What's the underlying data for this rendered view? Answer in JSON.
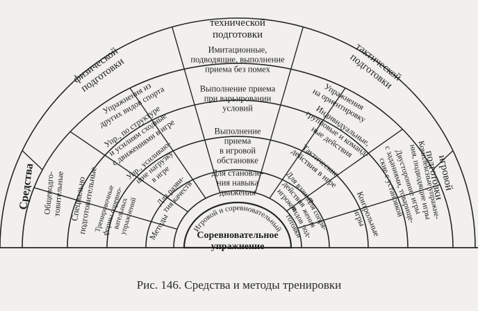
{
  "diagram": {
    "groups": {
      "means": "Средства",
      "physical": [
        "физической",
        "подготовки"
      ],
      "technical": [
        "технической",
        "подготовки"
      ],
      "tactical": [
        "тактической",
        "подготовки"
      ],
      "game": [
        "игровой",
        "подготовки"
      ]
    },
    "physical_items": {
      "general": [
        "Общеподго-",
        "товительные"
      ],
      "special": [
        "Специально",
        "подготовительные"
      ],
      "training": [
        "Тренировочные",
        "формы соревно-",
        "вательных",
        "упражнений"
      ],
      "methods": "Методы",
      "other_sports": [
        "Упражнения из",
        "других видов спорта"
      ],
      "structure": [
        "Упр., по структуре",
        "и усилиям сходные",
        "с движениями в игре"
      ],
      "load": [
        "Упр., усиливаю-",
        "щие нагрузку",
        "в игре"
      ],
      "qualities": [
        "Для разви-",
        "тия качеств"
      ]
    },
    "technical_items": {
      "imitation": [
        "Имитационные,",
        "подводящие, выполнение",
        "приема без помех"
      ],
      "varying": [
        "Выполнение приема",
        "при варьировании",
        "условий"
      ],
      "game_setting": [
        "Выполнение",
        "приема",
        "в игровой",
        "обстановке"
      ],
      "skill": [
        "Для становле-",
        "ния навыка",
        "движения"
      ]
    },
    "tactical_items": {
      "orientation": [
        "Упражнения",
        "на ориентировку"
      ],
      "group": [
        "Индивидуальные,",
        "групповые и команд-",
        "ные действия"
      ],
      "tactical_actions": [
        "Тактические",
        "действия в игре"
      ],
      "interaction": [
        "Для взаимо-",
        "действия",
        "игроков"
      ]
    },
    "game_items": {
      "related": [
        "Для сопря-",
        "жения",
        "видов под-",
        "готовки"
      ],
      "control": [
        "Контрольные",
        "игры"
      ],
      "two_sided": [
        "Двусторонние игры",
        "с заданиями, товарище-",
        "ские с установкой"
      ],
      "complex": [
        "Комплексные упражне-",
        "ния, подводящие игры"
      ]
    },
    "inner_ring": "Игровой и соревновательный",
    "center": [
      "Соревновательное",
      "упражнение"
    ]
  },
  "caption": "Рис. 146. Средства и методы тренировки"
}
